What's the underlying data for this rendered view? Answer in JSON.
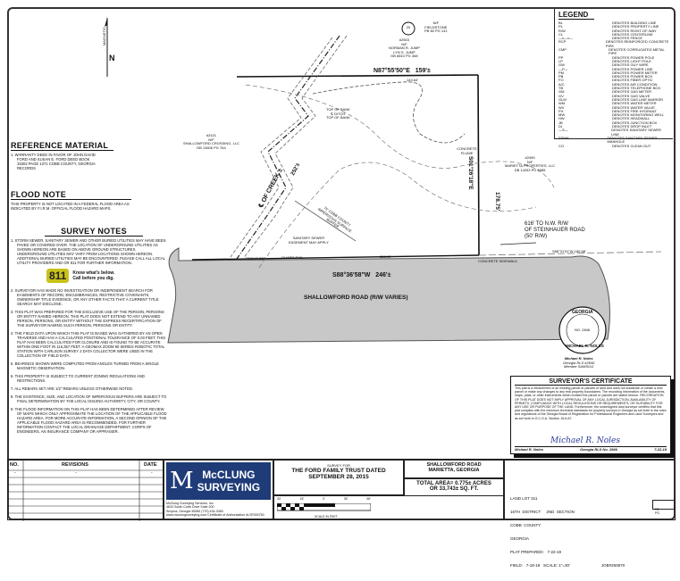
{
  "north_arrow": {
    "label": "MAGNETIC",
    "letter": "N"
  },
  "reference_material": {
    "title": "REFERENCE MATERIAL",
    "items": [
      "1. WARRANTY DEED IN FAVOR OF JOHN DAVID FORD AND SUSAN E. FORD DEED BOOK 15302 PAGE 1371 COBB COUNTY, GEORGIA RECORDS"
    ]
  },
  "flood_note": {
    "title": "FLOOD NOTE",
    "text": "THIS PROPERTY IS NOT LOCATED IN A FEDERAL FLOOD AREA AS INDICATED BY F.I.R.M. OFFICIAL FLOOD HAZARD MAPS."
  },
  "survey_notes": {
    "title": "SURVEY NOTES",
    "items": [
      "1. STORM SEWER, SANITARY SEWER AND OTHER BURIED UTILITIES MAY HAVE BEEN PAVED OR COVERED OVER. THE LOCATION OF UNDERGROUND UTILITIES AS SHOWN HEREON ARE BASED ON ABOVE GROUND STRUCTURES. UNDERGROUND UTILITIES MAY VARY FROM LOCATIONS SHOWN HEREON. ADDITIONAL BURIED UTILITIES MAY BE ENCOUNTERED. PLEASE CALL ALL LOCAL UTILITY PROVIDERS AND OR 811 FOR FURTHER INFORMATION.",
      "2. SURVEYOR HAS MADE NO INVESTIGATION OR INDEPENDENT SEARCH FOR EASEMENTS OF RECORD, ENCUMBRANCES, RESTRICTIVE COVENANTS, OWNERSHIP TITLE EVIDENCE, OR ANY OTHER FACTS THAT A CURRENT TITLE SEARCH MAY DISCLOSE.",
      "3. THIS PLAT WAS PREPARED FOR THE EXCLUSIVE USE OF THE PERSON, PERSONS OR ENTITY NAMED HEREON. THIS PLAT DOES NOT EXTEND TO ANY UNNAMED PERSON, PERSONS, OR ENTITY WITHOUT THE EXPRESS RECERTIFICATION OF THE SURVEYOR NAMING SUCH PERSON, PERSONS OR ENTITY.",
      "4. THE FIELD DATA UPON WHICH THIS PLAT IS BASED WAS GATHERED BY AN OPEN TRAVERSE AND HAS A CALCULATED POSITIONAL TOLERANCE OF 0.03 FEET. THIS PLAT HAS BEEN CALCULATED FOR CLOSURE AND IS FOUND TO BE ACCURATE WITHIN ONE FOOT IN 116,357 FEET. A GEOMAX ZOOM 90 SERIES ROBOTIC TOTAL STATION WITH CARLSON SURVEY 2 DATA COLLECTOR WERE USED IN THE COLLECTION OF FIELD DATA.",
      "5. BEARINGS SHOWN WERE COMPUTED FROM ANGLES TURNED FROM A SINGLE MAGNETIC OBSERVATION.",
      "6. THIS PROPERTY IS SUBJECT TO CURRENT ZONING REGULATIONS AND RESTRICTIONS.",
      "7. ALL REBARS SET ARE 1/2\" REBARS UNLESS OTHERWISE NOTED.",
      "8. THE EXISTENCE, SIZE, AND LOCATION OF IMPERVIOUS BUFFERS ARE SUBJECT TO FINAL DETERMINATION BY THE LOCAL ISSUING AUTHORITY, CITY, OR COUNTY.",
      "9. THE FLOOD INFORMATION ON THIS PLAT HAS BEEN DETERMINED AFTER REVIEW OF MAPS WHICH ONLY APPROXIMATE THE LOCATION OF THE APPLICABLE FLOOD HAZARD AREA. FOR MORE ACCURATE INFORMATION, A SECOND OPINION OF THE APPLICABLE FLOOD HAZARD AREA IS RECOMMENDED. FOR FURTHER INFORMATION CONTACT THE LOCAL DRAINAGE DEPARTMENT, CORPS OF ENGINEERS, AN INSURANCE COMPANY OR APPRAISER."
    ]
  },
  "badge_811": {
    "number": "811",
    "line1": "Know what's below.",
    "line2": "Call before you dig."
  },
  "legend": {
    "title": "LEGEND",
    "items": [
      [
        "BL",
        "DENOTES BUILDING LINE"
      ],
      [
        "PL",
        "DENOTES PROPERTY LINE"
      ],
      [
        "R/W",
        "DENOTES RIGHT-OF-WAY"
      ],
      [
        "CL",
        "DENOTES CENTERLINE"
      ],
      [
        "—x—x—",
        "DENOTES FENCE"
      ],
      [
        "RCP",
        "DENOTES REINFORCED CONCRETE PIPE"
      ],
      [
        "CMP",
        "DENOTES CORRUGATED METAL PIPE"
      ],
      [
        "PP",
        "DENOTES POWER POLE"
      ],
      [
        "LP",
        "DENOTES LIGHT POLE"
      ],
      [
        "GW",
        "DENOTES GUY WIRE"
      ],
      [
        "—P—",
        "DENOTES POWER LINE"
      ],
      [
        "PM",
        "DENOTES POWER METER"
      ],
      [
        "PB",
        "DENOTES POWER BOX"
      ],
      [
        "FO",
        "DENOTES FIBER OPTIC"
      ],
      [
        "A/C",
        "DENOTES AIR CONDITION"
      ],
      [
        "TB",
        "DENOTES TELEPHONE BOX"
      ],
      [
        "GM",
        "DENOTES GAS METER"
      ],
      [
        "GV",
        "DENOTES GAS VALVE"
      ],
      [
        "GLM",
        "DENOTES GAS LINE MARKER"
      ],
      [
        "WM",
        "DENOTES WATER METER"
      ],
      [
        "WV",
        "DENOTES WATER VALVE"
      ],
      [
        "FH",
        "DENOTES FIRE HYDRANT"
      ],
      [
        "MW",
        "DENOTES MONITORING WELL"
      ],
      [
        "HW",
        "DENOTES HEADWALL"
      ],
      [
        "JB",
        "DENOTES JUNCTION BOX"
      ],
      [
        "DI",
        "DENOTES DROP INLET"
      ],
      [
        "—S—",
        "DENOTES SANITARY SEWER LINE"
      ],
      [
        "SSMH",
        "DENOTES SANITARY SEWER MANHOLE"
      ],
      [
        "CO",
        "DENOTES CLEAN OUT"
      ]
    ]
  },
  "map": {
    "lot_number": "20",
    "north_owner": [
      "N/F",
      "FIELDSTONE",
      "PB 80 PG 141"
    ],
    "jump_owner": [
      "#2503",
      "N/F",
      "NORMAN R. JUMP",
      "LYN S. JUMP",
      "DB 6810 PG 368"
    ],
    "west_owner": [
      "#2421",
      "N/F",
      "SHALLOWFORD CROSSING, LLC",
      "DB 13606 PG 764"
    ],
    "east_owner": [
      "#2499",
      "N/F",
      "MARIETTA PROPERTIES, LLC",
      "DB 14253 PG 5085"
    ],
    "north_bearing": "N87°55'50\"E   159'±",
    "north_dist": "143.64'",
    "east_bearing": "S01°26'18\"E",
    "east_dist": "178.75'",
    "creek_label": "℄ OF CREEK ±",
    "creek_dist": "252'±",
    "south_bearing": "S88°36'58\"W   246'±",
    "south_dist": "225.00'",
    "road": "SHALLOWFORD ROAD (R/W VARIES)",
    "steinhauer": [
      "616' TO N.W. R/W",
      "OF STEINHAUER ROAD",
      "(50' R/W)"
    ],
    "se_bearing": "S88°31'31\"W  180.58'",
    "sewer": [
      "SANITARY SEWER",
      "EASEMENT MAY APPLY"
    ],
    "buffer": [
      "75' COBB COUNTY",
      "IMPERVIOUS SURFACE",
      "BUFFER"
    ],
    "bank": [
      "TOP OF BANK",
      "℄ DITCH",
      "TOP OF BANK"
    ],
    "rebar_set": "REBAR SET",
    "guard_rail": "GUARD RAIL",
    "concrete_flume": "CONCRETE FLUME",
    "concrete_sidewalk": "CONCRETE SIDEWALK"
  },
  "seal": {
    "state": "GEORGIA",
    "number": "NO. 2846",
    "name": "MICHAEL R. NOLES",
    "caption": [
      "Michael R. Noles",
      "Georgia RLS #2846",
      "Member SAMSOG"
    ]
  },
  "certificate": {
    "title": "SURVEYOR'S CERTIFICATE",
    "text": "This plat is a retracement of an existing parcel or parcels of land and does not subdivide or create a new parcel or make any changes to any real property boundaries. The recording information of the documents, maps, plats, or other instruments which created the parcel or parcels are stated hereon. RECORDATION OF THIS PLAT DOES NOT IMPLY APPROVAL OF ANY LOCAL JURISDICTION, AVAILABILITY OF PERMITS, COMPLIANCE WITH LOCAL REGULATIONS OR REQUIREMENTS, OR SUITABILITY FOR ANY USE OR PURPOSE OF THE LAND. Furthermore, the undersigned land surveyor certifies that this plat complies with the minimum technical standards for property surveys in Georgia as set forth in the rules and regulations of the Georgia Board of Registration for Professional Engineers and Land Surveyors and as set forth in O.C.G.A. Section 15-6-67.",
    "name": "Michael R. Noles",
    "reg": "Georgia RLS No. 2846",
    "date": "7-22-19"
  },
  "title_block": {
    "revisions_headers": [
      "NO.",
      "REVISIONS",
      "DATE"
    ],
    "first_row": [
      "-",
      "-",
      "-"
    ],
    "company": {
      "line1": "McCLUNG",
      "line2": "SURVEYING",
      "info": [
        "McClung Surveying Services, Inc.",
        "4633 South Cobb Drive Suite 200",
        "Smyrna, Georgia 30080  (770) 434-3383",
        "www.mcclungsurveying.com Certificate of Authorization #LSF000750"
      ],
      "color": "#1f3b78"
    },
    "survey_for": [
      "SURVEY FOR",
      "THE FORD FAMILY TRUST DATED",
      "SEPTEMBER 28, 2015"
    ],
    "location": [
      "SHALLOWFORD ROAD",
      "MARIETTA, GEORGIA"
    ],
    "area": [
      "TOTAL AREA= 0.775± ACRES",
      "OR 33,743± SQ. FT."
    ],
    "scale_ticks": [
      "30'",
      "15'",
      "0'",
      "30'",
      "60'"
    ],
    "scale_caption": "SCALE IN FEET",
    "land_info": [
      "LAND LOT 311",
      "16TH  DISTRICT     2ND  SECTION",
      "COBB  COUNTY",
      "GEORGIA"
    ],
    "plat_prepared": "PLAT PREPARED:   7-22-19",
    "field": "FIELD:   7-18-19   SCALE: 1\"=30'",
    "job": "JOB#250870",
    "sheet": [
      "FB",
      "PG"
    ]
  }
}
